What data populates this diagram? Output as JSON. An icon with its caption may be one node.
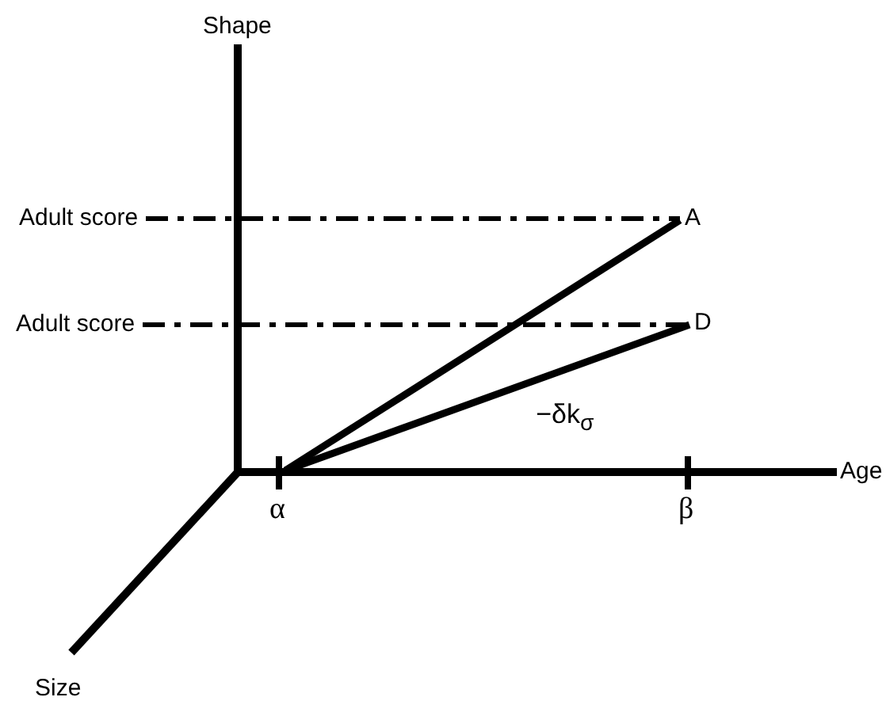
{
  "diagram": {
    "nodes": [
      {
        "text": [
          "Adult score"
        ]
      },
      {
        "text": [
          "A"
        ]
      },
      {
        "text": [
          "Adult score"
        ]
      },
      {
        "text": [
          "D"
        ]
      }
    ],
    "edges": [
      {
        "from": 0,
        "to": 1,
        "arrow": "none",
        "style": "dashed"
      },
      {
        "from": 2,
        "to": 3,
        "arrow": "none",
        "style": "dashed"
      },
      {
        "from": null,
        "to": 1,
        "arrow": "none"
      },
      {
        "from": null,
        "to": 3,
        "arrow": "none",
        "label": "−δk$_{σ}$"
      }
    ],
    "labels": [
      "Shape",
      "Age",
      "α",
      "β",
      "Size"
    ]
  }
}
